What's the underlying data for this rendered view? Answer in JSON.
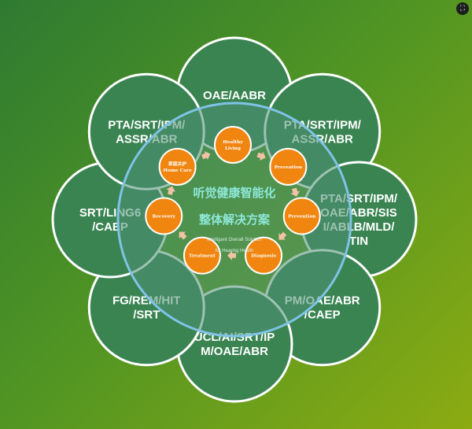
{
  "outer_circles": [
    {
      "lines": [
        "OAE/AABR"
      ]
    },
    {
      "lines": [
        "PTA/SRT/IPM/",
        "ASSR/ABR"
      ]
    },
    {
      "lines": [
        "PTA/SRT/IPM/",
        "OAE/ABR/SIS",
        "I/ABLB/MLD/",
        "TIN"
      ]
    },
    {
      "lines": [
        "PM/OAE/ABR",
        "/CAEP"
      ]
    },
    {
      "lines": [
        "UCL/AI/SRT/IP",
        "M/OAE/ABR"
      ]
    },
    {
      "lines": [
        "FG/REM/HIT",
        "/SRT"
      ]
    },
    {
      "lines": [
        "SRT/LING6",
        "/CAEP"
      ]
    },
    {
      "lines": [
        "PTA/SRT/IPM/",
        "ASSR/ABR"
      ]
    }
  ],
  "center": {
    "title_line1": "听觉健康智能化",
    "title_line2": "整体解决方案",
    "subtitle_line1": "Intelligent Overall Solution",
    "subtitle_line2": "for Hearing Health"
  },
  "cycle_nodes": [
    {
      "lines": [
        "Healthy",
        "Living"
      ]
    },
    {
      "lines": [
        "Prevention"
      ]
    },
    {
      "lines": [
        "Prevention"
      ]
    },
    {
      "lines": [
        "Diagnosis"
      ]
    },
    {
      "lines": [
        "Treatment"
      ]
    },
    {
      "lines": [
        "Recovery"
      ]
    },
    {
      "lines": [
        "家庭关护",
        "Home Care"
      ]
    }
  ],
  "colors": {
    "outer_fill": "#3a8452",
    "core_ring": "#7fc3e6",
    "node_fill": "#f0850f",
    "center_title": "#8ee7d8"
  },
  "toolbar": {
    "expand_icon": "⛶"
  }
}
